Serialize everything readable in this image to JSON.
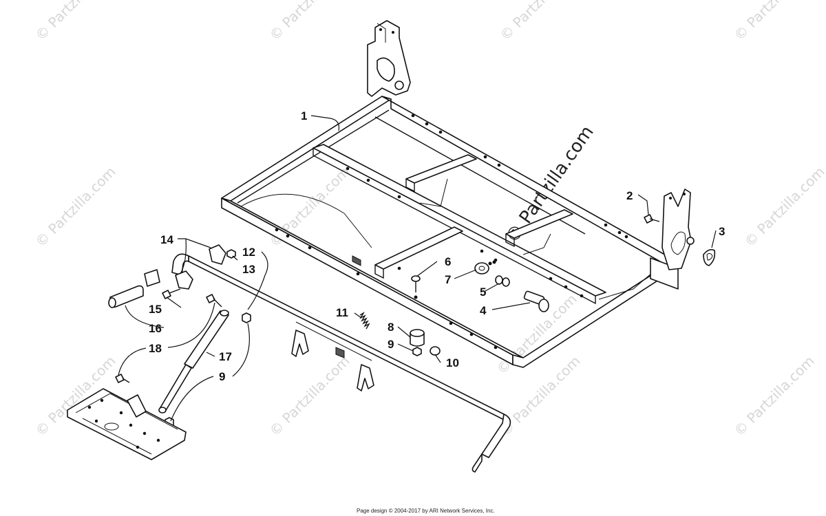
{
  "watermark": {
    "text": "© Partzilla.com",
    "main_text": "© Partzilla.com"
  },
  "callouts": {
    "c1": "1",
    "c2": "2",
    "c3": "3",
    "c4": "4",
    "c5": "5",
    "c6": "6",
    "c7": "7",
    "c8": "8",
    "c9a": "9",
    "c9b": "9",
    "c10": "10",
    "c11": "11",
    "c12": "12",
    "c13": "13",
    "c14": "14",
    "c15": "15",
    "c16": "16",
    "c17": "17",
    "c18": "18"
  },
  "footer": {
    "text": "Page design © 2004-2017 by ARI Network Services, Inc."
  }
}
